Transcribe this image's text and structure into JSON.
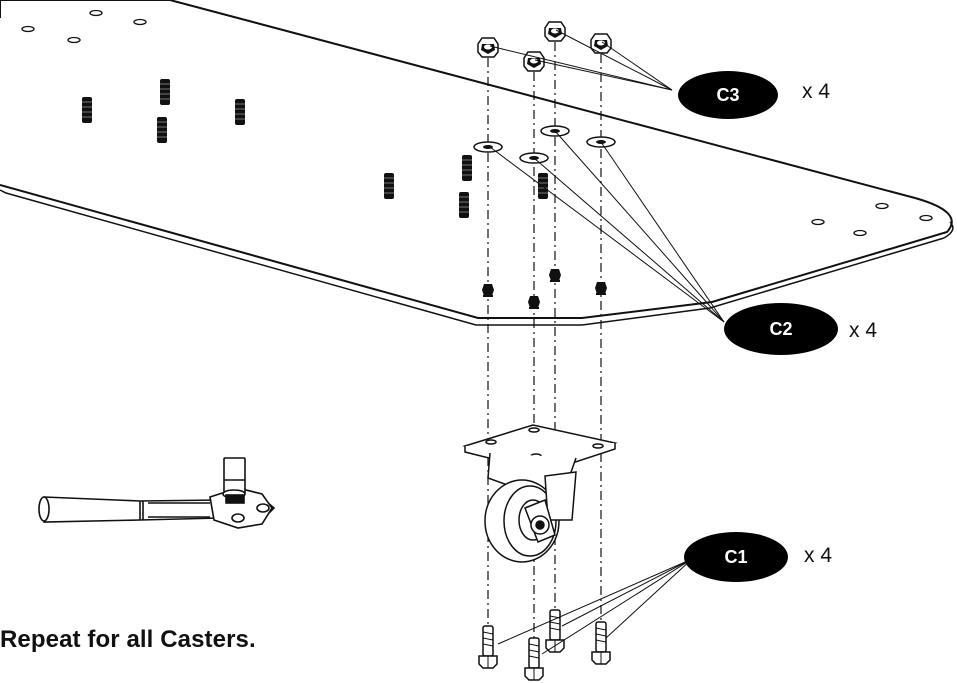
{
  "diagram": {
    "callouts": [
      {
        "id": "c3",
        "label": "C3",
        "quantity": "x 4"
      },
      {
        "id": "c2",
        "label": "C2",
        "quantity": "x 4"
      },
      {
        "id": "c1",
        "label": "C1",
        "quantity": "x 4"
      }
    ],
    "instruction": "Repeat for all Casters.",
    "colors": {
      "ink": "#111111",
      "background": "#ffffff",
      "badge": "#000000"
    }
  }
}
